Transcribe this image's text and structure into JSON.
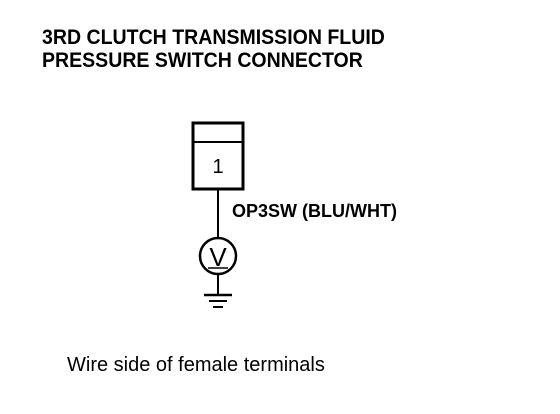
{
  "title": {
    "line1": "3RD CLUTCH TRANSMISSION FLUID",
    "line2": "PRESSURE SWITCH CONNECTOR"
  },
  "connector": {
    "terminal_number": "1"
  },
  "wire": {
    "label": "OP3SW (BLU/WHT)"
  },
  "meter": {
    "symbol": "V"
  },
  "caption": "Wire side of female terminals",
  "colors": {
    "ink": "#000000",
    "background": "#ffffff"
  },
  "icons": {
    "meter": "voltmeter-icon",
    "ground": "ground-icon"
  }
}
